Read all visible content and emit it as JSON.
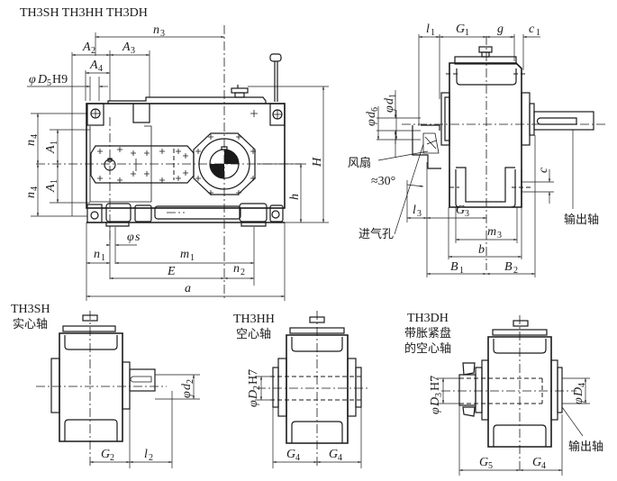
{
  "title": "TH3SH TH3HH TH3DH",
  "front_view": {
    "dims": {
      "n3": {
        "main": "n",
        "sub": "3"
      },
      "A2": {
        "main": "A",
        "sub": "2"
      },
      "A3": {
        "main": "A",
        "sub": "3"
      },
      "A4": {
        "main": "A",
        "sub": "4"
      },
      "D5H9": {
        "pre": "φ",
        "main": "D",
        "sub": "5",
        "post": "H9"
      },
      "n4_top": {
        "main": "n",
        "sub": "4"
      },
      "n4_bot": {
        "main": "n",
        "sub": "4"
      },
      "A1_top": {
        "main": "A",
        "sub": "1"
      },
      "A1_bot": {
        "main": "A",
        "sub": "1"
      },
      "H": {
        "main": "H"
      },
      "h": {
        "main": "h"
      },
      "s": {
        "pre": "φ",
        "main": "s"
      },
      "n1": {
        "main": "n",
        "sub": "1"
      },
      "m1": {
        "main": "m",
        "sub": "1"
      },
      "n2": {
        "main": "n",
        "sub": "2"
      },
      "E": {
        "main": "E"
      },
      "a": {
        "main": "a"
      }
    }
  },
  "side_view": {
    "dims": {
      "l1": {
        "main": "l",
        "sub": "1"
      },
      "G1": {
        "main": "G",
        "sub": "1"
      },
      "g": {
        "main": "g"
      },
      "c1": {
        "main": "c",
        "sub": "1"
      },
      "d6": {
        "pre": "φ",
        "main": "d",
        "sub": "6"
      },
      "d1": {
        "pre": "φ",
        "main": "d",
        "sub": "1"
      },
      "c": {
        "main": "c"
      },
      "angle": "≈30°",
      "l3": {
        "main": "l",
        "sub": "3"
      },
      "G3": {
        "main": "G",
        "sub": "3"
      },
      "m3": {
        "main": "m",
        "sub": "3"
      },
      "b": {
        "main": "b"
      },
      "B1": {
        "main": "B",
        "sub": "1"
      },
      "B2": {
        "main": "B",
        "sub": "2"
      }
    },
    "callouts": {
      "fan": "风扇",
      "air_inlet": "进气孔",
      "output_shaft": "输出轴"
    }
  },
  "variants": [
    {
      "model": "TH3SH",
      "desc_lines": [
        "实心轴"
      ],
      "dims": {
        "d2": {
          "pre": "φ",
          "main": "d",
          "sub": "2"
        },
        "G2": {
          "main": "G",
          "sub": "2"
        },
        "l2": {
          "main": "l",
          "sub": "2"
        }
      }
    },
    {
      "model": "TH3HH",
      "desc_lines": [
        "空心轴"
      ],
      "dims": {
        "D2H7": {
          "pre": "φ",
          "main": "D",
          "sub": "2",
          "post": "H7"
        },
        "G4_left": {
          "main": "G",
          "sub": "4"
        },
        "G4_right": {
          "main": "G",
          "sub": "4"
        }
      }
    },
    {
      "model": "TH3DH",
      "desc_lines": [
        "带胀紧盘",
        "的空心轴"
      ],
      "dims": {
        "D3H7": {
          "pre": "φ",
          "main": "D",
          "sub": "3",
          "post": "H7"
        },
        "D4": {
          "pre": "φ",
          "main": "D",
          "sub": "4"
        },
        "G5": {
          "main": "G",
          "sub": "5"
        },
        "G4": {
          "main": "G",
          "sub": "4"
        }
      },
      "callout": "输出轴"
    }
  ]
}
